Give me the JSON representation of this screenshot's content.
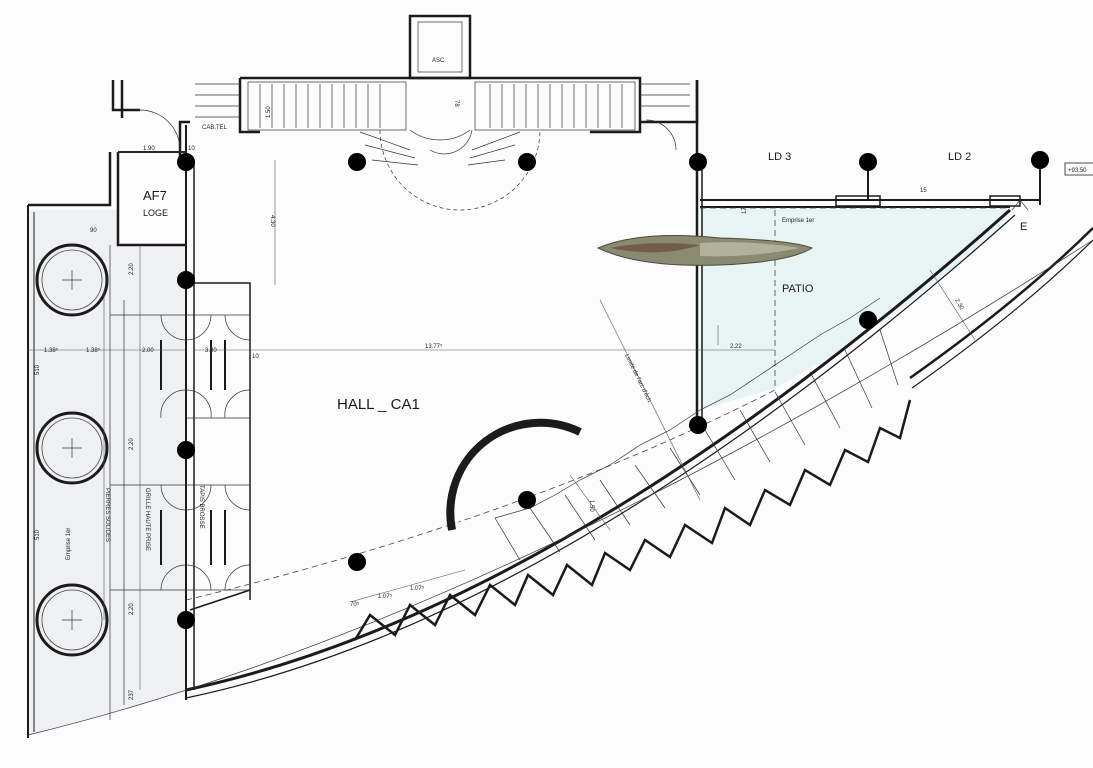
{
  "labels": {
    "hall": "HALL _ CA1",
    "patio": "PATIO",
    "af7": "AF7",
    "loge": "LOGE",
    "asc": "ASC",
    "ld3": "LD 3",
    "ld2": "LD 2",
    "elev": "+93.50",
    "entry": "E",
    "cabtel": "CAB.TEL",
    "emprise_top": "Emprise 1er",
    "emprise_left": "Emprise 1er",
    "limite": "Limite de l'arc d'éch.",
    "pierres": "PIERRES SOLIDES",
    "grille": "GRILLE HAUTE PRISE",
    "tapis": "TAPIS BROSSE"
  },
  "dimensions": {
    "d_190": "1.90",
    "d_10a": "10",
    "d_430": "4.30",
    "d_1377": "13.77⁵",
    "d_222": "2.22",
    "d_200": "2.00",
    "d_380": "3.80",
    "d_10b": "10",
    "d_138a": "1.38⁵",
    "d_138b": "1.38⁵",
    "d_220a": "2.20",
    "d_220b": "2.20",
    "d_220c": "2.20",
    "d_510a": "510",
    "d_510b": "510",
    "d_90": "90",
    "d_150": "1.50",
    "d_150b": "1.50",
    "d_230": "2.30",
    "d_1075a": "1.07⁵",
    "d_1075b": "1.07⁵",
    "d_705": "70⁵",
    "d_78": "78",
    "d_237": "237",
    "d_15": "15",
    "d_17": "17"
  },
  "colors": {
    "wall": "#1b1b1b",
    "patio_tint": "#dff0f0",
    "strip_tint": "#e8e8ec",
    "column": "#000000"
  }
}
